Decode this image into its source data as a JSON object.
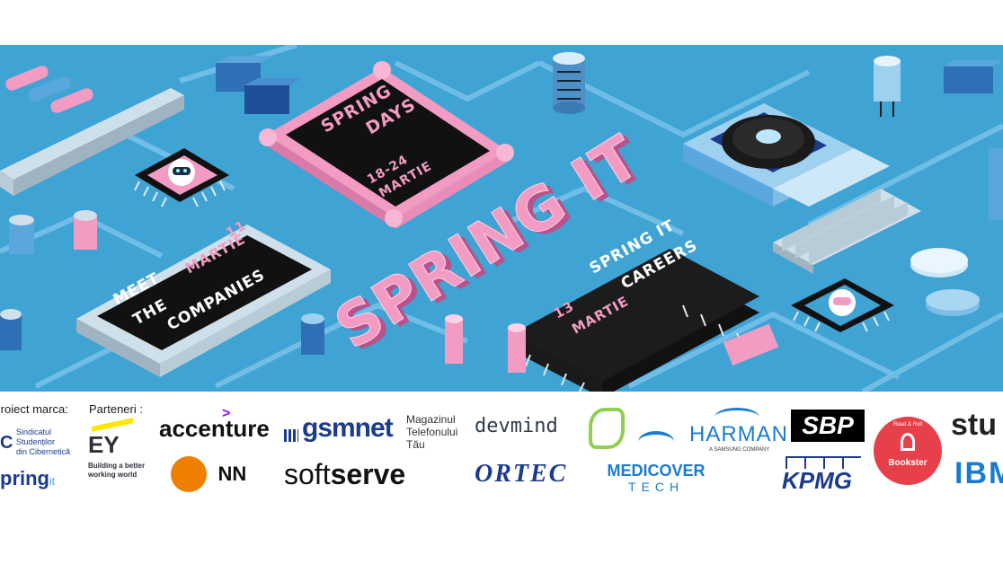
{
  "banner": {
    "title": "SPRING IT",
    "spring_days": {
      "line1": "SPRING",
      "line2": "DAYS",
      "dates": "18-24",
      "month": "MARTIE"
    },
    "meet": {
      "day": "11",
      "month": "MARTIE",
      "line1": "MEET",
      "line2": "THE",
      "line3": "COMPANIES"
    },
    "careers": {
      "line1": "SPRING IT",
      "line2": "CAREERS",
      "day": "13",
      "month": "MARTIE"
    }
  },
  "partners": {
    "project_label": "Proiect marca:",
    "partners_label": "Parteneri :",
    "sisc": {
      "line1": "Sindicatul",
      "line2": "Studenților",
      "line3": "din Cibernetică",
      "mark": "C"
    },
    "springit": {
      "text": "pring",
      "suffix": "it"
    },
    "ey": {
      "mark": "EY",
      "tagline1": "Building a better",
      "tagline2": "working world"
    },
    "accenture": "accenture",
    "nn": "NN",
    "gsmnet": {
      "mark": "gsmnet",
      "line1": "Magazinul",
      "line2": "Telefonului",
      "line3": "Tău"
    },
    "softserve": {
      "soft": "soft",
      "serve": "serve"
    },
    "devmind": "devmind",
    "ortec": "ORTEC",
    "medicover": {
      "line1": "MEDICOVER",
      "line2": "TECH"
    },
    "harman": {
      "mark": "HARMAN",
      "sub": "A SAMSUNG COMPANY"
    },
    "sbp": "SBP",
    "kpmg": "KPMG",
    "bookster": {
      "mark": "Bookster",
      "sub": "Read & Roll"
    },
    "stu": "stu",
    "ibm": "IBM"
  },
  "colors": {
    "background": "#3fa3d4",
    "trace": "#7cc4ea",
    "pink": "#f29bc3",
    "chip": "#111111",
    "navy": "#1b3b8c"
  }
}
